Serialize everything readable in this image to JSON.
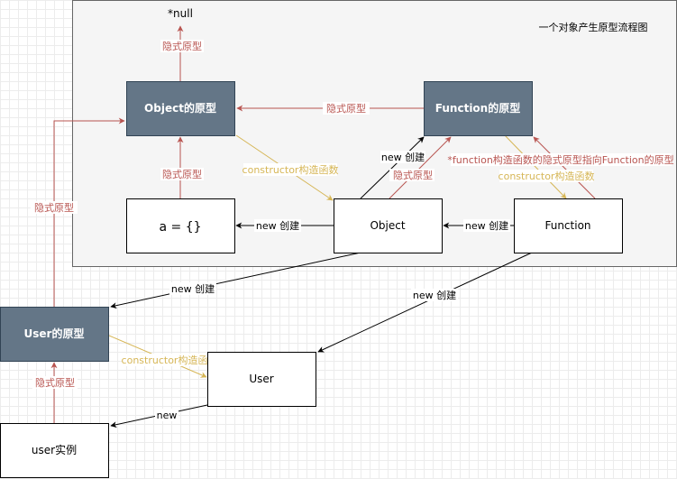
{
  "title": "一个对象产生原型流程图",
  "nodes": {
    "null": "*null",
    "object_proto": "Object的原型",
    "function_proto": "Function的原型",
    "a_literal": "a = {}",
    "object": "Object",
    "function": "Function",
    "user_proto": "User的原型",
    "user": "User",
    "user_instance": "user实例"
  },
  "edges": {
    "implicit_proto": "隐式原型",
    "constructor": "constructor构造函数",
    "new_create": "new 创建",
    "new": "new",
    "function_note": "*function构造函数的隐式原型指向Function的原型"
  }
}
